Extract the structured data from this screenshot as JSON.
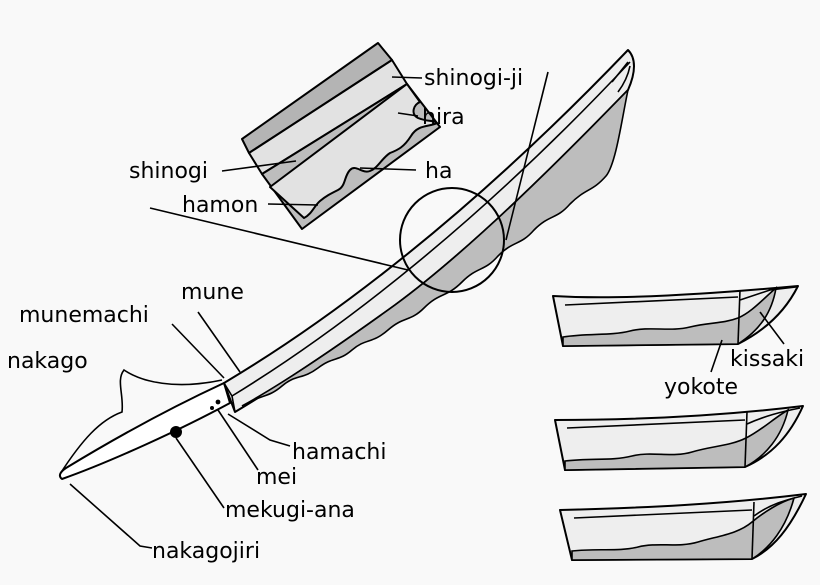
{
  "labels": {
    "shinogi_ji": "shinogi-ji",
    "hira": "hira",
    "shinogi": "shinogi",
    "ha": "ha",
    "hamon": "hamon",
    "mune": "mune",
    "munemachi": "munemachi",
    "nakago": "nakago",
    "hamachi": "hamachi",
    "mei": "mei",
    "mekugi_ana": "mekugi-ana",
    "nakagojiri": "nakagojiri",
    "kissaki": "kissaki",
    "yokote": "yokote"
  },
  "colors": {
    "background": "#f9f9f9",
    "blade": "#eeeeee",
    "shinogi_ji_band": "#b4b4b4",
    "hira_band": "#e2e2e2",
    "ha_band": "#bdbdbd",
    "hamon_shade": "#b0b0b0",
    "line": "#000000"
  }
}
